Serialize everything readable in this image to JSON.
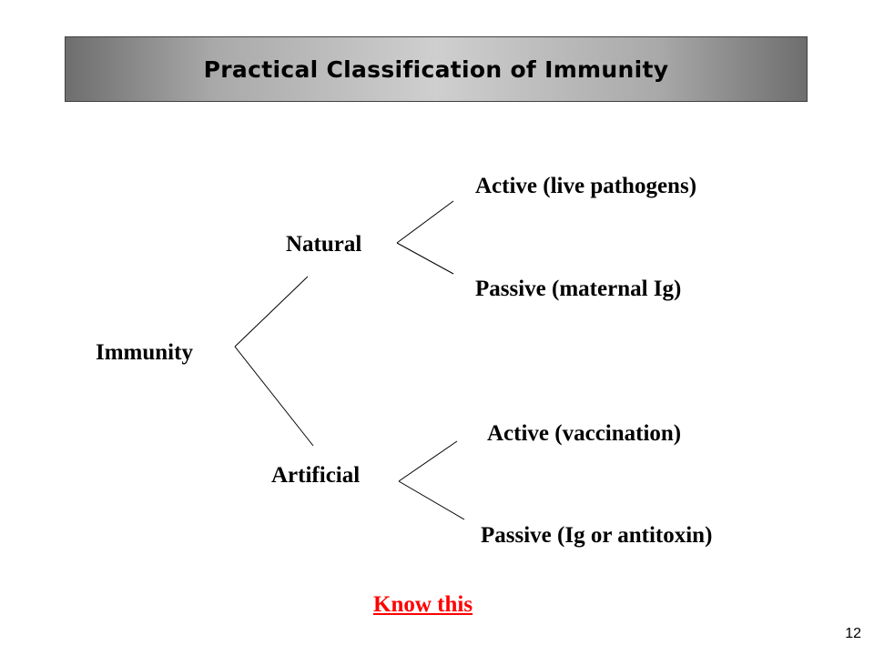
{
  "slide": {
    "title": "Practical Classification of Immunity",
    "page_number": "12"
  },
  "diagram": {
    "root": "Immunity",
    "natural": {
      "label": "Natural",
      "active": "Active (live pathogens)",
      "passive": "Passive (maternal Ig)"
    },
    "artificial": {
      "label": "Artificial",
      "active": "Active (vaccination)",
      "passive": "Passive (Ig or antitoxin)"
    },
    "note": "Know this"
  },
  "colors": {
    "note": "#ff0000",
    "text": "#000000"
  }
}
